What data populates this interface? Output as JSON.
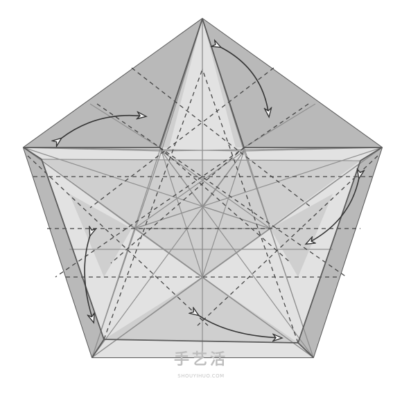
{
  "diagram": {
    "palette": {
      "paper_light": "#e2e2e2",
      "paper_mid": "#cfcfcf",
      "paper_dark": "#b9b9b9",
      "outline": "#555555",
      "crease": "#8a8a8a",
      "dash": "#444444",
      "arrow": "#333333"
    },
    "arrows": [
      {
        "icon": "curved-arrow-icon",
        "direction": "top-left-flap"
      },
      {
        "icon": "curved-arrow-icon",
        "direction": "top-right-flap"
      },
      {
        "icon": "curved-arrow-icon",
        "direction": "right-flap"
      },
      {
        "icon": "curved-arrow-icon",
        "direction": "left-flap"
      },
      {
        "icon": "curved-arrow-icon",
        "direction": "bottom-flap"
      }
    ]
  },
  "watermark": {
    "main": "手艺活",
    "sub": "SHOUYIHUO.COM"
  }
}
